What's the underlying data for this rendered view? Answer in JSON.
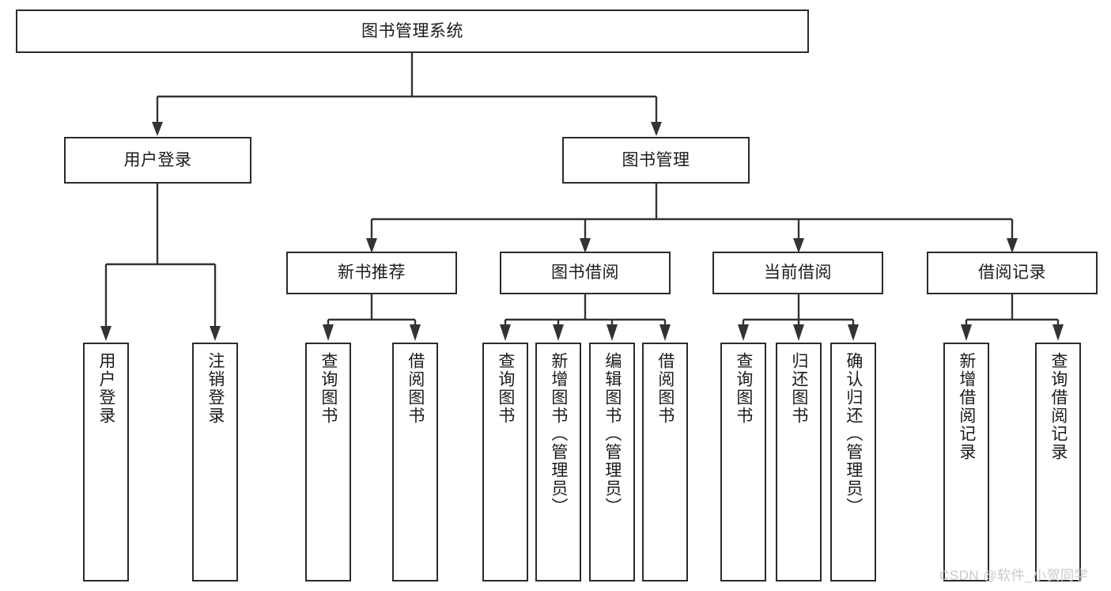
{
  "diagram": {
    "title": "图书管理系统",
    "type": "tree-hierarchy-chart",
    "root": {
      "label": "图书管理系统"
    },
    "level2": [
      {
        "label": "用户登录"
      },
      {
        "label": "图书管理"
      }
    ],
    "level3": [
      {
        "label": "新书推荐"
      },
      {
        "label": "图书借阅"
      },
      {
        "label": "当前借阅"
      },
      {
        "label": "借阅记录"
      }
    ],
    "leaves": {
      "user_login": [
        {
          "label": "用户登录"
        },
        {
          "label": "注销登录"
        }
      ],
      "new_book_recommend": [
        {
          "label": "查询图书"
        },
        {
          "label": "借阅图书"
        }
      ],
      "book_borrow": [
        {
          "label": "查询图书"
        },
        {
          "label": "新增图书（管理员）"
        },
        {
          "label": "编辑图书（管理员）"
        },
        {
          "label": "借阅图书"
        }
      ],
      "current_borrow": [
        {
          "label": "查询图书"
        },
        {
          "label": "归还图书"
        },
        {
          "label": "确认归还（管理员）"
        }
      ],
      "borrow_record": [
        {
          "label": "新增借阅记录"
        },
        {
          "label": "查询借阅记录"
        }
      ]
    }
  },
  "watermark": {
    "text": "CSDN @软件_小贺同学"
  },
  "colors": {
    "box_border": "#2b2b2b",
    "connector": "#333333",
    "background": "#ffffff",
    "text": "#1b1b1b",
    "watermark": "#c9c9c9"
  }
}
